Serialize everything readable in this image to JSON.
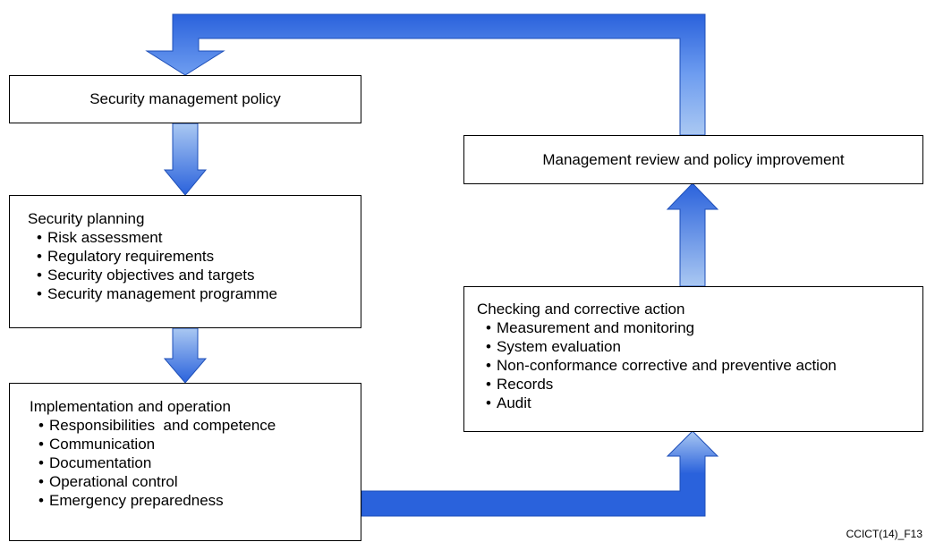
{
  "colors": {
    "arrow_light": "#aac8f2",
    "arrow_dark": "#2a62dc"
  },
  "boxes": {
    "policy": {
      "title": "Security management policy"
    },
    "planning": {
      "title": "Security planning",
      "items": [
        "Risk assessment",
        "Regulatory requirements",
        "Security objectives and targets",
        "Security management programme"
      ]
    },
    "implementation": {
      "title": "Implementation and operation",
      "items": [
        "Responsibilities  and competence",
        "Communication",
        "Documentation",
        "Operational control",
        "Emergency preparedness"
      ]
    },
    "checking": {
      "title": "Checking and corrective action",
      "items": [
        "Measurement and monitoring",
        "System evaluation",
        "Non-conformance corrective and preventive action",
        "Records",
        "Audit"
      ]
    },
    "review": {
      "title": "Management review and policy improvement"
    }
  },
  "figure_ref": "CCICT(14)_F13"
}
